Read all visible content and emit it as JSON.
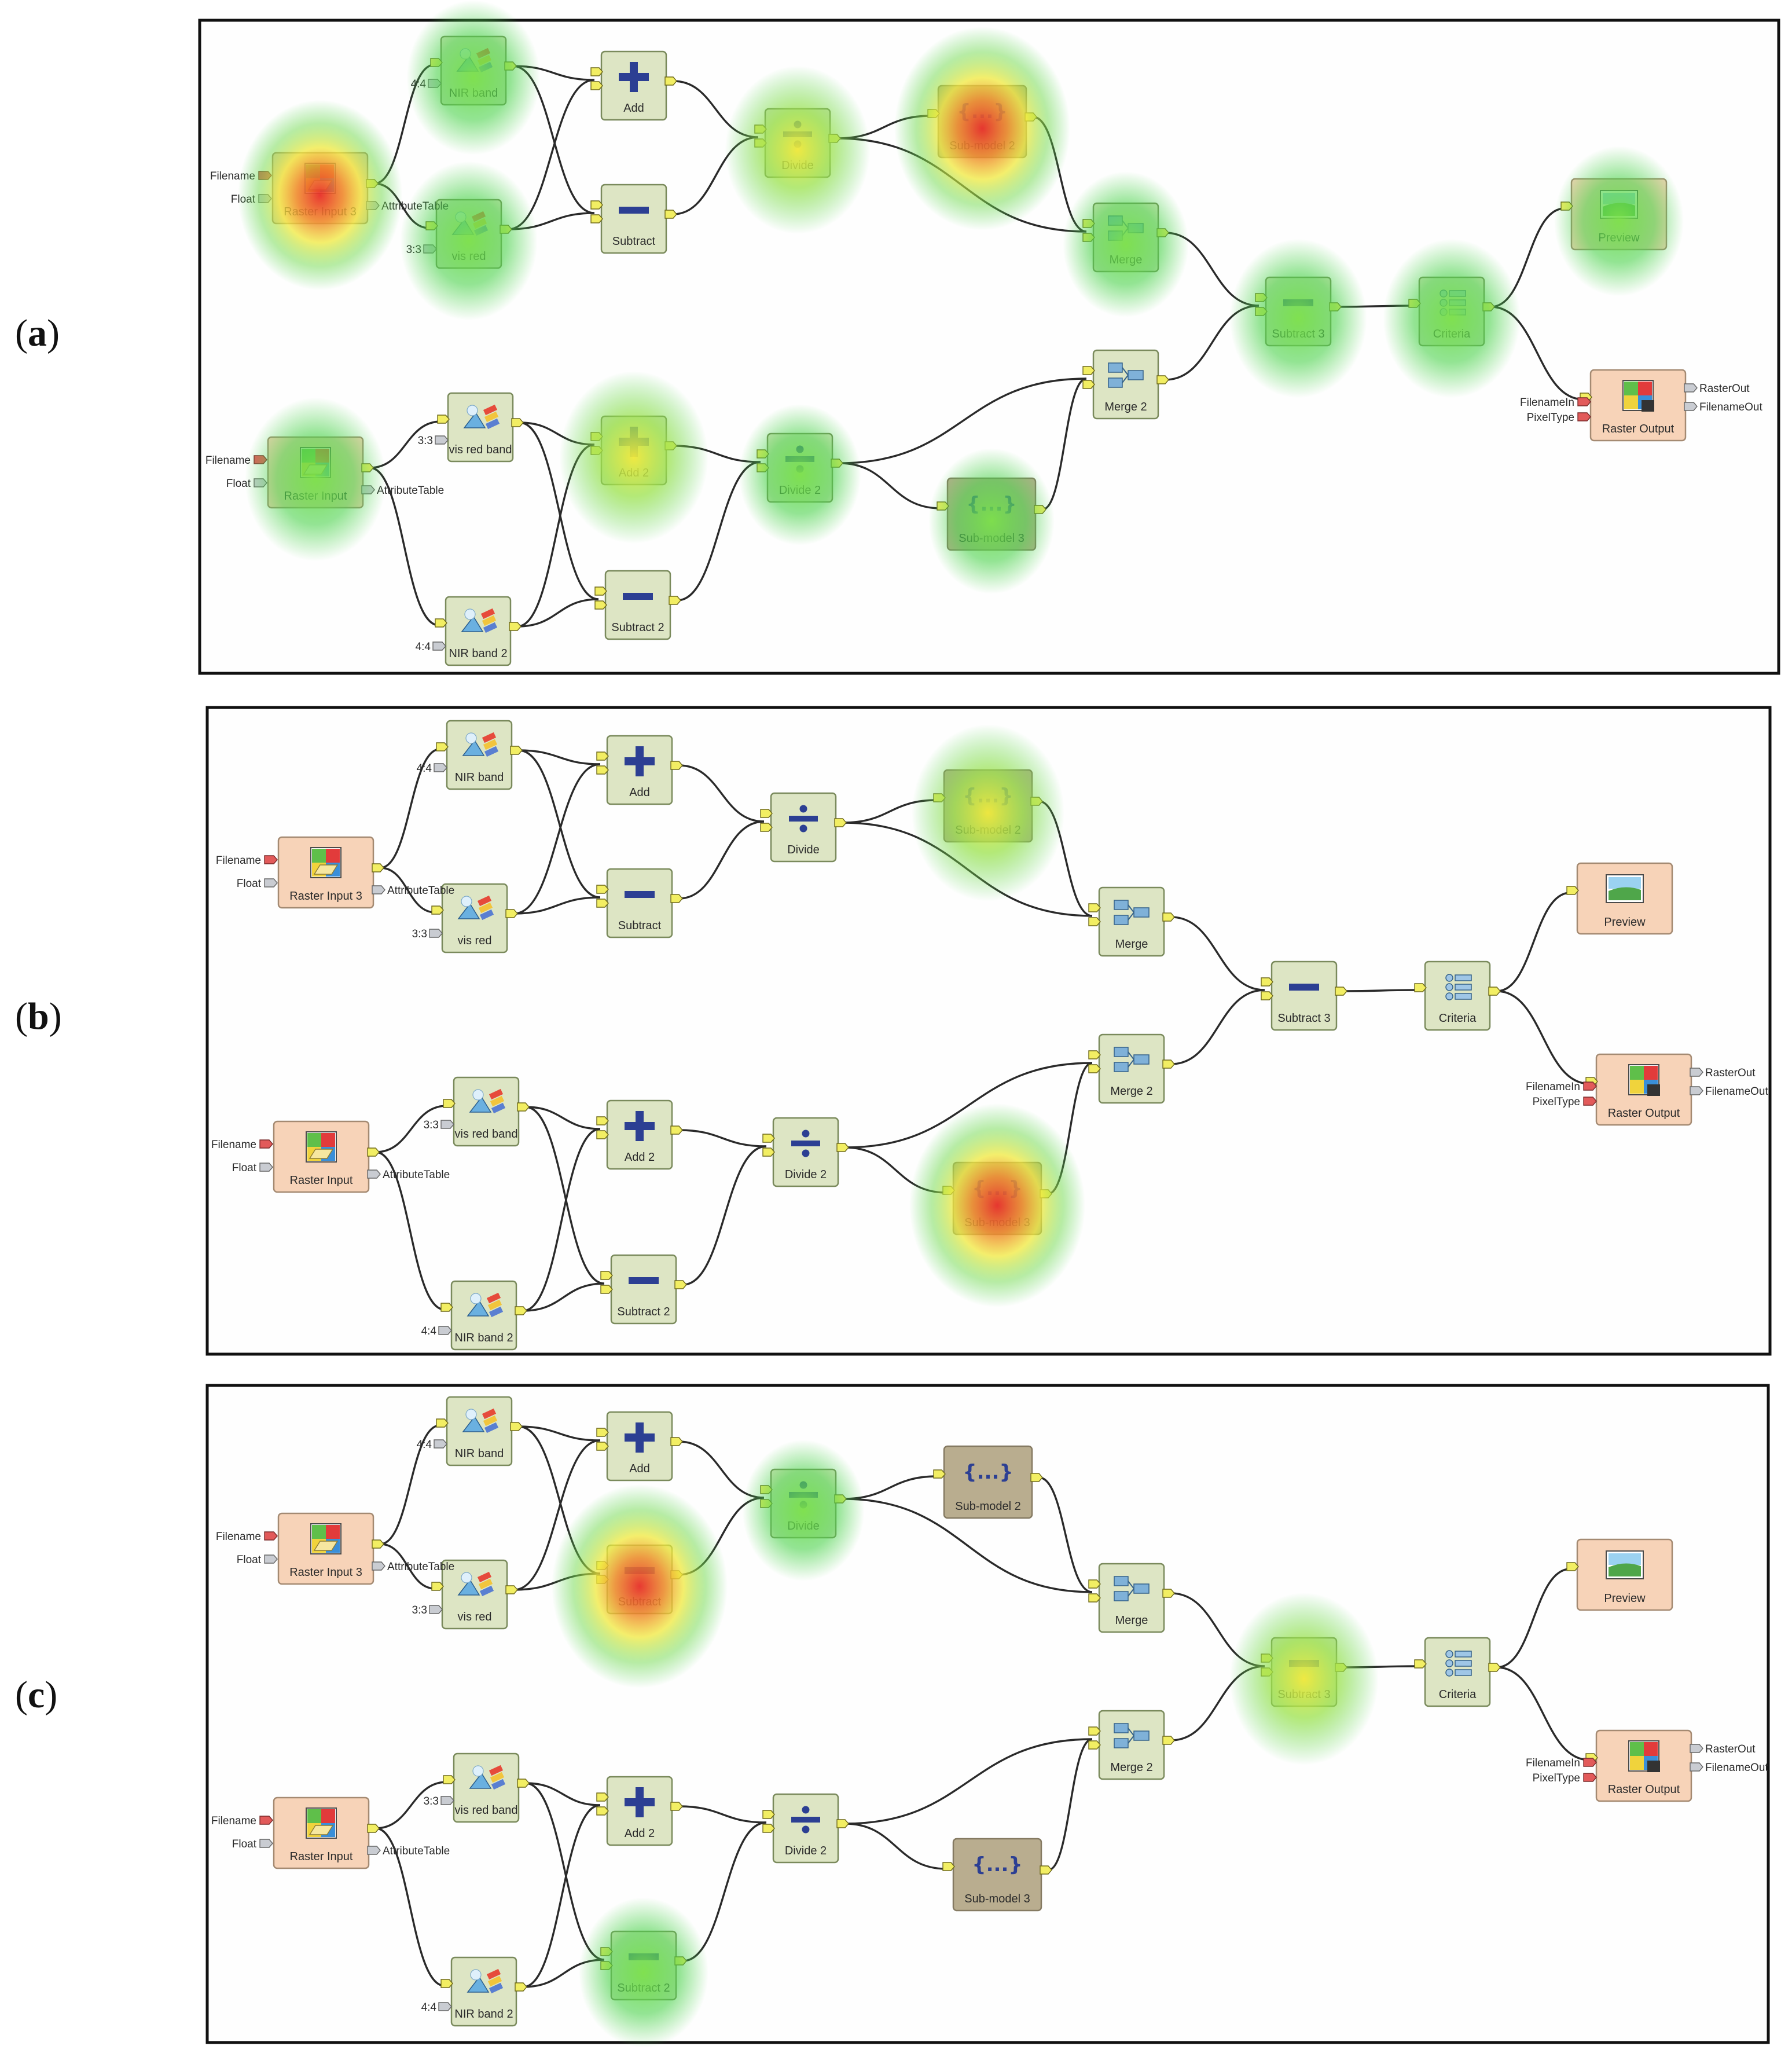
{
  "panels": [
    {
      "label": "a",
      "heat": [
        {
          "node": "raster_input_3",
          "level": 0.85
        },
        {
          "node": "raster_input",
          "level": 0.55
        },
        {
          "node": "nir_band",
          "level": 0.45
        },
        {
          "node": "vis_red",
          "level": 0.5
        },
        {
          "node": "divide",
          "level": 0.6
        },
        {
          "node": "sub_model_2",
          "level": 1.0
        },
        {
          "node": "merge",
          "level": 0.35
        },
        {
          "node": "subtract_3",
          "level": 0.5
        },
        {
          "node": "criteria",
          "level": 0.5
        },
        {
          "node": "preview",
          "level": 0.4
        },
        {
          "node": "add_2",
          "level": 0.65
        },
        {
          "node": "divide_2",
          "level": 0.3
        },
        {
          "node": "sub_model_3",
          "level": 0.35
        }
      ]
    },
    {
      "label": "b",
      "heat": [
        {
          "node": "sub_model_2",
          "level": 0.7
        },
        {
          "node": "sub_model_3",
          "level": 1.0
        }
      ]
    },
    {
      "label": "c",
      "heat": [
        {
          "node": "subtract",
          "level": 1.0
        },
        {
          "node": "subtract_3",
          "level": 0.65
        },
        {
          "node": "subtract_2",
          "level": 0.4
        },
        {
          "node": "divide",
          "level": 0.3
        }
      ]
    }
  ],
  "nodes": {
    "raster_input_3": {
      "label": "Raster Input 3",
      "kind": "io",
      "icon": "raster-input-icon"
    },
    "raster_input": {
      "label": "Raster Input",
      "kind": "io",
      "icon": "raster-input-icon"
    },
    "nir_band": {
      "label": "NIR band",
      "kind": "proc",
      "icon": "band-select-icon"
    },
    "vis_red": {
      "label": "vis red",
      "kind": "proc",
      "icon": "band-select-icon"
    },
    "vis_red_band": {
      "label": "vis red band",
      "kind": "proc",
      "icon": "band-select-icon"
    },
    "nir_band_2": {
      "label": "NIR band 2",
      "kind": "proc",
      "icon": "band-select-icon"
    },
    "add": {
      "label": "Add",
      "kind": "proc",
      "icon": "plus-icon"
    },
    "subtract": {
      "label": "Subtract",
      "kind": "proc",
      "icon": "minus-icon"
    },
    "add_2": {
      "label": "Add 2",
      "kind": "proc",
      "icon": "plus-icon"
    },
    "subtract_2": {
      "label": "Subtract 2",
      "kind": "proc",
      "icon": "minus-icon"
    },
    "divide": {
      "label": "Divide",
      "kind": "proc",
      "icon": "divide-icon"
    },
    "divide_2": {
      "label": "Divide 2",
      "kind": "proc",
      "icon": "divide-icon"
    },
    "sub_model_2": {
      "label": "Sub-model 2",
      "kind": "sub",
      "icon": "braces-icon"
    },
    "sub_model_3": {
      "label": "Sub-model 3",
      "kind": "sub",
      "icon": "braces-icon"
    },
    "merge": {
      "label": "Merge",
      "kind": "proc",
      "icon": "merge-icon"
    },
    "merge_2": {
      "label": "Merge 2",
      "kind": "proc",
      "icon": "merge-icon"
    },
    "subtract_3": {
      "label": "Subtract 3",
      "kind": "proc",
      "icon": "minus-icon"
    },
    "criteria": {
      "label": "Criteria",
      "kind": "proc",
      "icon": "criteria-icon"
    },
    "preview": {
      "label": "Preview",
      "kind": "io",
      "icon": "preview-icon"
    },
    "raster_output": {
      "label": "Raster Output",
      "kind": "io",
      "icon": "raster-output-icon"
    }
  },
  "port_labels": {
    "filename": "Filename",
    "float": "Float",
    "attribute_table": "AttributeTable",
    "band_44": "4:4",
    "band_33": "3:3",
    "filename_in": "FilenameIn",
    "pixel_type": "PixelType",
    "raster_out": "RasterOut",
    "filename_out": "FilenameOut"
  },
  "edges": [
    [
      "raster_input_3",
      "nir_band"
    ],
    [
      "raster_input_3",
      "vis_red"
    ],
    [
      "raster_input",
      "vis_red_band"
    ],
    [
      "raster_input",
      "nir_band_2"
    ],
    [
      "nir_band",
      "add"
    ],
    [
      "nir_band",
      "subtract"
    ],
    [
      "vis_red",
      "add"
    ],
    [
      "vis_red",
      "subtract"
    ],
    [
      "vis_red_band",
      "add_2"
    ],
    [
      "vis_red_band",
      "subtract_2"
    ],
    [
      "nir_band_2",
      "add_2"
    ],
    [
      "nir_band_2",
      "subtract_2"
    ],
    [
      "add",
      "divide"
    ],
    [
      "subtract",
      "divide"
    ],
    [
      "add_2",
      "divide_2"
    ],
    [
      "subtract_2",
      "divide_2"
    ],
    [
      "divide",
      "sub_model_2"
    ],
    [
      "divide",
      "merge"
    ],
    [
      "sub_model_2",
      "merge"
    ],
    [
      "divide_2",
      "merge_2"
    ],
    [
      "divide_2",
      "sub_model_3"
    ],
    [
      "sub_model_3",
      "merge_2"
    ],
    [
      "merge",
      "subtract_3"
    ],
    [
      "merge_2",
      "subtract_3"
    ],
    [
      "subtract_3",
      "criteria"
    ],
    [
      "criteria",
      "preview"
    ],
    [
      "criteria",
      "raster_output"
    ]
  ],
  "colors": {
    "io_fill": "#f7d3b8",
    "proc_fill": "#dde5c4",
    "sub_fill": "#b9ad8f",
    "heat_low": "#4cd34c",
    "heat_mid": "#f0e93c",
    "heat_high": "#e8302a"
  }
}
